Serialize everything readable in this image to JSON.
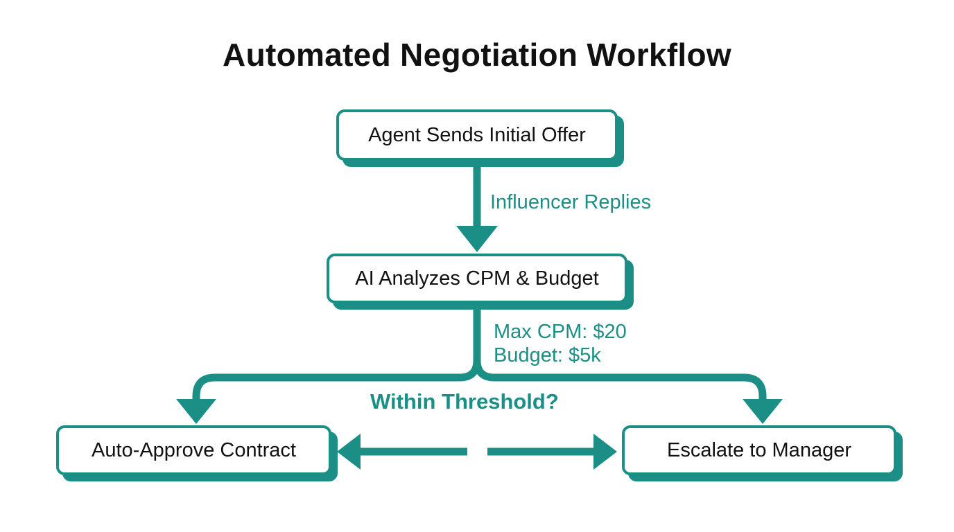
{
  "title": "Automated Negotiation Workflow",
  "colors": {
    "accent": "#1b8f85",
    "text": "#111111",
    "background": "#ffffff"
  },
  "nodes": {
    "initial_offer": "Agent Sends Initial Offer",
    "analyze": "AI Analyzes CPM & Budget",
    "auto_approve": "Auto-Approve Contract",
    "escalate": "Escalate to Manager"
  },
  "edge_labels": {
    "replies": "Influencer Replies",
    "max_cpm": "Max CPM: $20",
    "budget": "Budget: $5k",
    "decision": "Within Threshold?"
  }
}
